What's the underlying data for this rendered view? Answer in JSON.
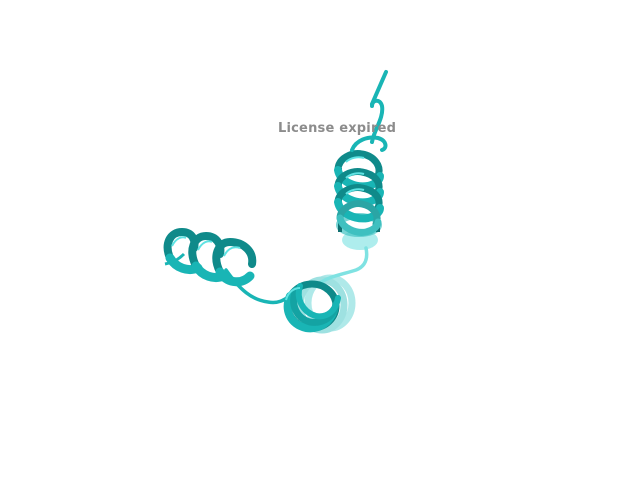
{
  "viewer": {
    "watermark_text": "License expired",
    "background_color": "#ffffff",
    "watermark_color": "#8c8c8c"
  },
  "structure": {
    "representation": "cartoon",
    "color": "#19b5b5",
    "shade_color": "#0f7f80",
    "highlight_color": "#5fe3e3",
    "helices": 3
  }
}
